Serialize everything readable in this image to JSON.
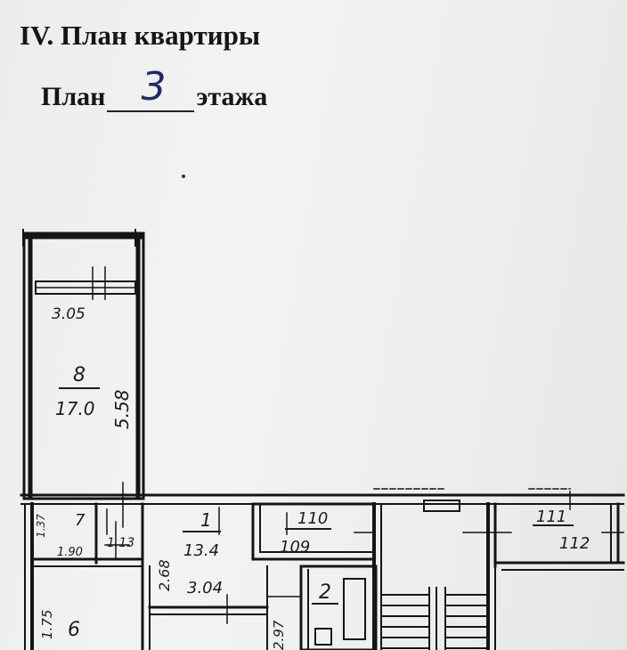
{
  "header": {
    "title": "IV. План квартиры",
    "floor_prefix": "План",
    "floor_number": "3",
    "floor_suffix": "этажа"
  },
  "rooms": {
    "r8": {
      "number": "8",
      "area": "17.0",
      "width": "3.05",
      "length": "5.58"
    },
    "r1": {
      "number": "1",
      "area": "13.4",
      "width": "3.04",
      "length": "2.68"
    },
    "r7": {
      "number": "7",
      "width": "1.37",
      "length": "1.90"
    },
    "r7b": {
      "label": "1.13"
    },
    "r110": {
      "number": "110",
      "area": "109"
    },
    "r111": {
      "number": "111",
      "area": "112"
    },
    "r2": {
      "number": "2",
      "length": "2.97"
    },
    "r6": {
      "number": "6",
      "length": "1.75"
    }
  }
}
